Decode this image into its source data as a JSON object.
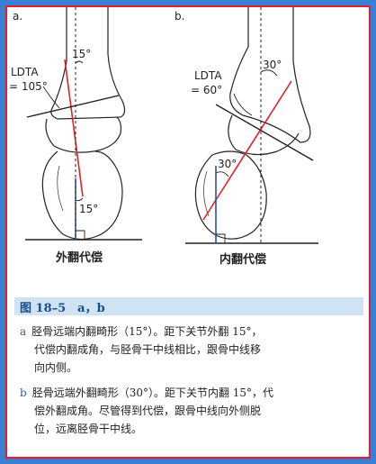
{
  "panels": {
    "a": {
      "letter": "a.",
      "angle_top": "15°",
      "ldta_label": "LDTA",
      "ldta_value": "= 105°",
      "angle_bottom": "15°",
      "caption": "外翻代偿"
    },
    "b": {
      "letter": "b.",
      "angle_top": "30°",
      "ldta_label": "LDTA",
      "ldta_value": "= 60°",
      "angle_bottom": "30°",
      "caption": "内翻代偿"
    }
  },
  "figure": {
    "title": "图 18–5　a，b",
    "items": [
      {
        "letter": "a",
        "line1": "胫骨远端内翻畸形（15°）。距下关节外翻 15°，",
        "line2": "代偿内翻成角，与胫骨干中线相比，跟骨中线移",
        "line3": "向内侧。"
      },
      {
        "letter": "b",
        "line1": "胫骨远端外翻畸形（30°）。距下关节内翻 15°，代",
        "line2": "偿外翻成角。尽管得到代偿，跟骨中线向外侧脱",
        "line3": "位，远离胫骨干中线。"
      }
    ]
  },
  "colors": {
    "frame": "#3a7fd6",
    "border": "#e0202a",
    "red_line": "#e0202a",
    "blue_line": "#2a4fb0",
    "caption_bar": "#cfe3f4"
  }
}
